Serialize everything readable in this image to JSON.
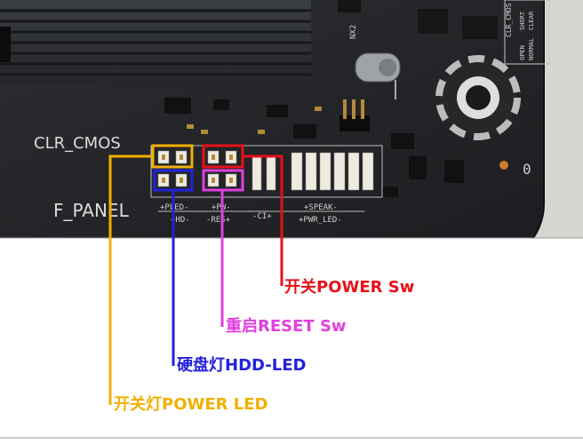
{
  "board": {
    "silkscreen": {
      "clr_cmos": "CLR_CMOS",
      "f_panel": "F_PANEL",
      "nx2": "NX2",
      "zero": "0",
      "jumper_table": [
        "CLR_CMOS",
        "SHORT",
        "CLEAR",
        "OPEN",
        "NORMAL"
      ],
      "pin_labels": {
        "pled": "+PLED-",
        "hd": "+HD-",
        "pw": "+PW-",
        "res": "-RES+",
        "ci": "-CI+",
        "speak": "+SPEAK-",
        "pwr_led": "+PWR_LED-"
      }
    }
  },
  "callouts": [
    {
      "id": "power-sw",
      "label": "开关POWER Sw",
      "color": "#e8101a"
    },
    {
      "id": "reset-sw",
      "label": "重启RESET Sw",
      "color": "#e040e0"
    },
    {
      "id": "hdd-led",
      "label": "硬盘灯HDD-LED",
      "color": "#2222dd"
    },
    {
      "id": "power-led",
      "label": "开关灯POWER LED",
      "color": "#f0b000"
    }
  ]
}
